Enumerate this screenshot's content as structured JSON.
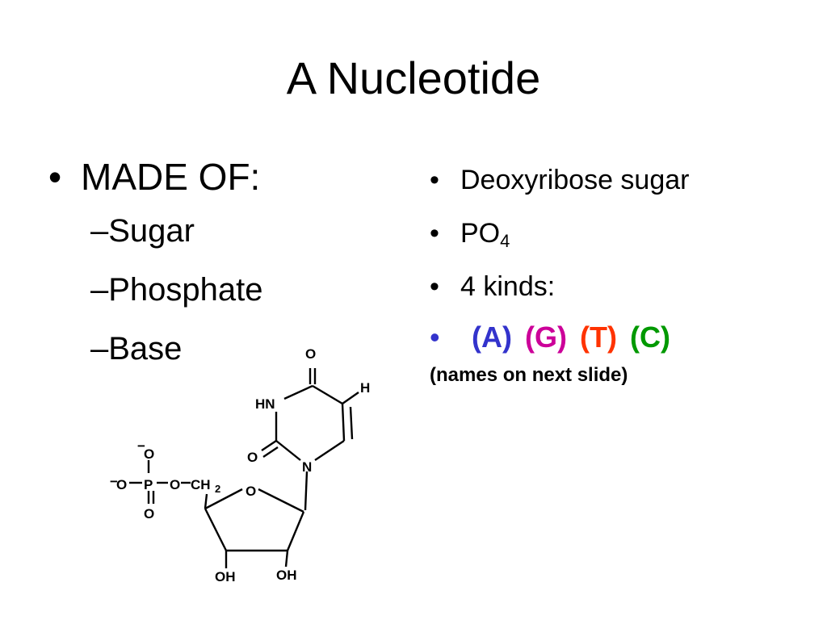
{
  "title": "A Nucleotide",
  "left_list": {
    "bullet": "•",
    "heading": "MADE OF:",
    "items": [
      "–Sugar",
      "–Phosphate",
      "–Base"
    ]
  },
  "right_list": {
    "bullet": "•",
    "items": [
      {
        "text": "Deoxyribose sugar"
      },
      {
        "text": "PO",
        "subscript": "4"
      },
      {
        "text": "4 kinds:"
      }
    ],
    "bases": [
      {
        "label": "(A)",
        "color": "#3333cc"
      },
      {
        "label": "(G)",
        "color": "#cc0099"
      },
      {
        "label": "(T)",
        "color": "#ff3300"
      },
      {
        "label": "(C)",
        "color": "#009900"
      }
    ],
    "note": "(names on next slide)"
  },
  "molecule_labels": {
    "o_top": "O",
    "h": "H",
    "hn": "HN",
    "o_left": "O",
    "n": "N",
    "o_ring": "O",
    "ch2": "CH",
    "ch2_sub": "2",
    "o_link": "O",
    "p": "P",
    "o_p_left": "O",
    "o_p_top": "O",
    "o_p_bottom": "O",
    "minus_top": "−",
    "minus_left": "−",
    "oh_left": "OH",
    "oh_right": "OH"
  }
}
